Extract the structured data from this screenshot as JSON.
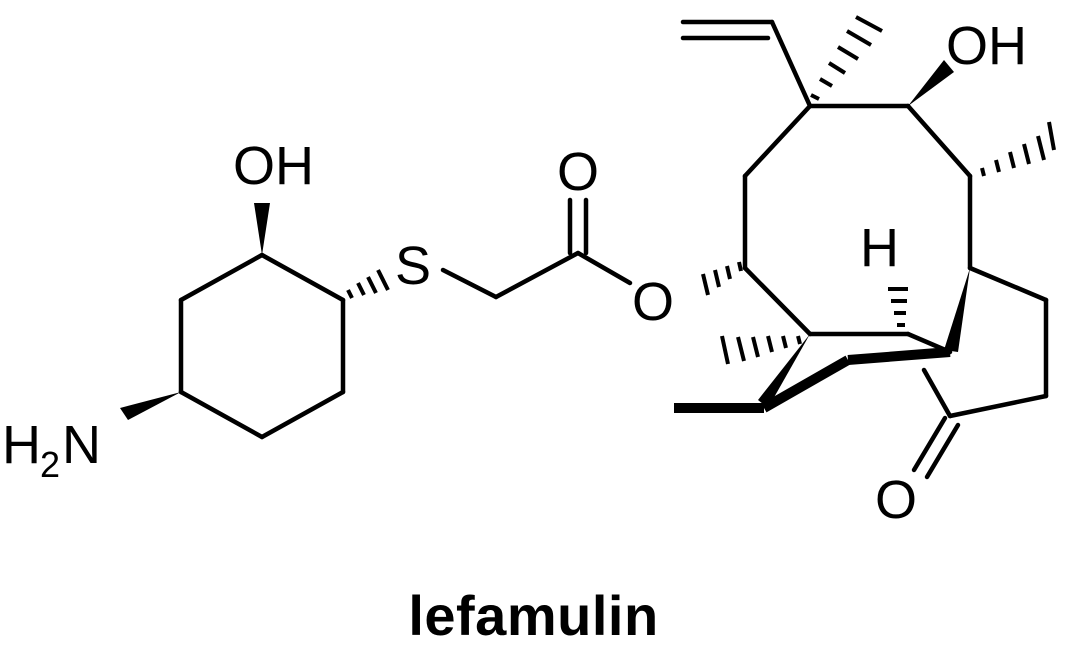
{
  "molecule": {
    "name": "lefamulin",
    "atom_labels": {
      "hydroxyl_left": "OH",
      "hydroxyl_right": "OH",
      "amine_h": "H",
      "amine_sub": "2",
      "amine_n": "N",
      "sulfur": "S",
      "carbonyl_oxygen": "O",
      "ester_oxygen": "O",
      "ketone_oxygen": "O",
      "bridgehead_hydrogen": "H"
    }
  }
}
